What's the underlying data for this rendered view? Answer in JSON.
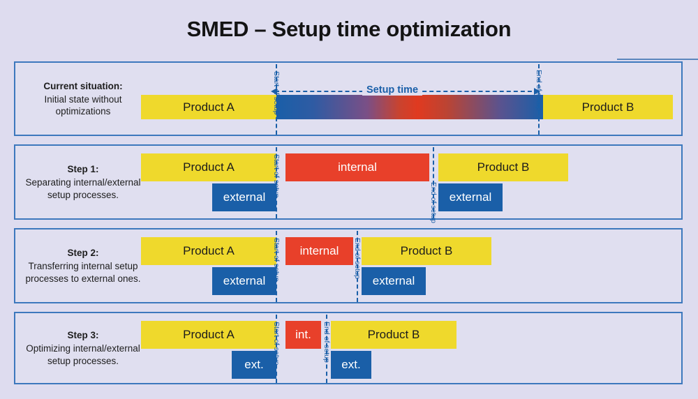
{
  "page": {
    "title": "SMED – Setup time optimization",
    "background_color": "#dedcef",
    "row_fill_color": "#e0dff0",
    "row_border_color": "#3d78bd"
  },
  "colors": {
    "product": "#efd92c",
    "internal": "#e8402a",
    "external": "#1a5fa8",
    "accent": "#1a5fa8",
    "gradient_from": "#1a5fa8",
    "gradient_mid": "#e03a20",
    "gradient_to": "#1a5fa8"
  },
  "markers": {
    "start_of_setup": "Start of setup",
    "end_of_setup": "End of setup"
  },
  "setup_time_arrow": {
    "label": "Setup time"
  },
  "rows": [
    {
      "id": "current-situation",
      "heading": "Current situation:",
      "description": "Initial state without optimizations",
      "bars": {
        "product_a": "Product A",
        "setup": "",
        "product_b": "Product B"
      }
    },
    {
      "id": "step-1",
      "heading": "Step 1:",
      "description": "Separating internal/external setup processes.",
      "bars": {
        "product_a": "Product A",
        "internal": "internal",
        "external_left": "external",
        "product_b": "Product B",
        "external_right": "external"
      }
    },
    {
      "id": "step-2",
      "heading": "Step 2:",
      "description": "Transferring internal setup processes to external ones.",
      "bars": {
        "product_a": "Product A",
        "internal": "internal",
        "external_left": "external",
        "product_b": "Product B",
        "external_right": "external"
      }
    },
    {
      "id": "step-3",
      "heading": "Step 3:",
      "description": "Optimizing internal/external setup processes.",
      "bars": {
        "product_a": "Product A",
        "internal": "int.",
        "external_left": "ext.",
        "product_b": "Product B",
        "external_right": "ext."
      }
    }
  ]
}
